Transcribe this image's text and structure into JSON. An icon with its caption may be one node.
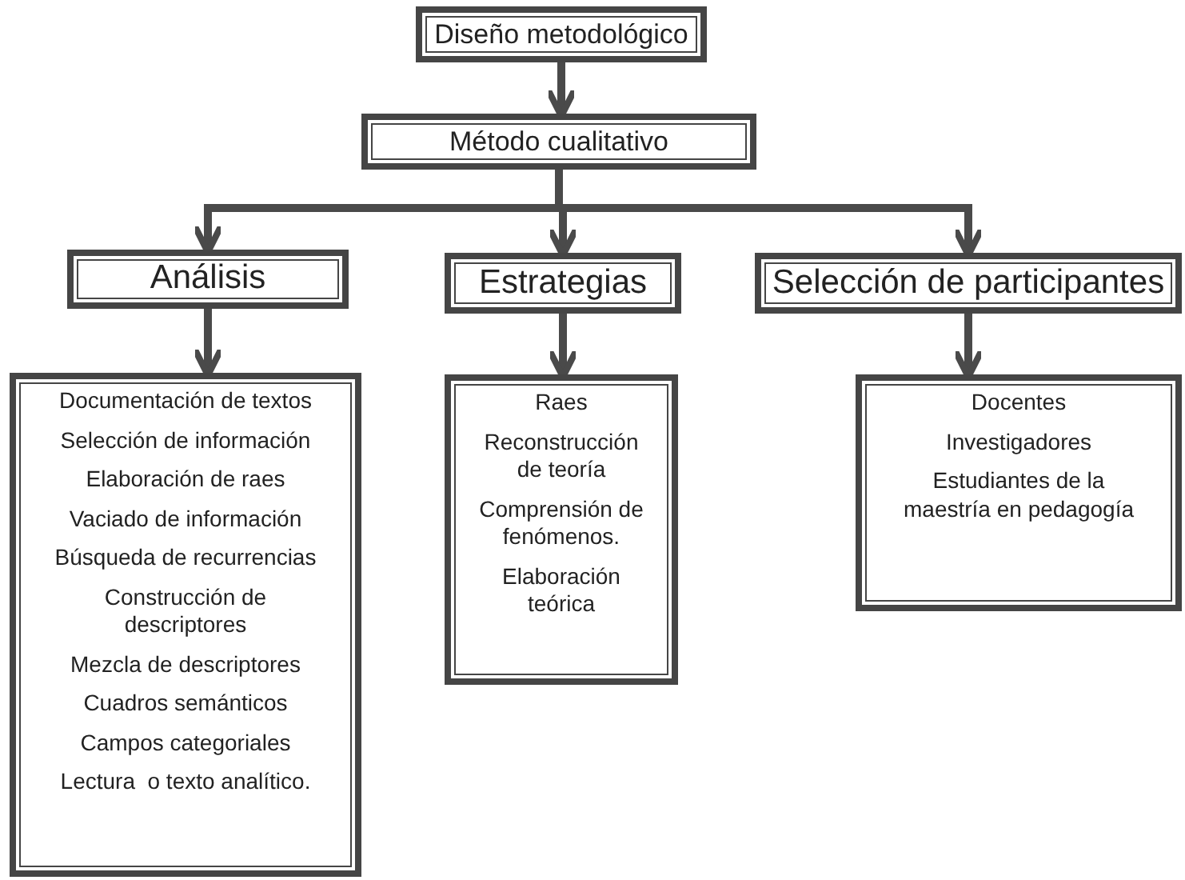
{
  "diagram": {
    "nodes": [
      {
        "text": [
          "Diseño metodológico"
        ]
      },
      {
        "text": [
          "Método cualitativo"
        ]
      },
      {
        "text": [
          "Análisis"
        ]
      },
      {
        "text": [
          "Estrategias"
        ]
      },
      {
        "text": [
          "Selección de participantes"
        ]
      },
      {
        "text": [
          "Documentación de textos",
          "Selección de información",
          "Elaboración de raes",
          "Vaciado de información",
          "Búsqueda de recurrencias",
          "Construcción de descriptores",
          "Mezcla de descriptores",
          "Cuadros semánticos",
          "Campos categoriales",
          "Lectura  o texto analítico."
        ]
      },
      {
        "text": [
          "Raes",
          "Reconstrucción de teoría",
          "Comprensión de fenómenos.",
          "Elaboración teórica"
        ]
      },
      {
        "text": [
          "Docentes",
          "Investigadores",
          "Estudiantes de la maestría en pedagogía"
        ]
      }
    ],
    "edges": [
      {
        "from": 0,
        "to": 1,
        "arrow": "to"
      },
      {
        "from": 1,
        "to": 2,
        "arrow": "to"
      },
      {
        "from": 1,
        "to": 3,
        "arrow": "to"
      },
      {
        "from": 1,
        "to": 4,
        "arrow": "to"
      },
      {
        "from": 2,
        "to": 5,
        "arrow": "to"
      },
      {
        "from": 3,
        "to": 6,
        "arrow": "to"
      },
      {
        "from": 4,
        "to": 7,
        "arrow": "to"
      }
    ]
  }
}
